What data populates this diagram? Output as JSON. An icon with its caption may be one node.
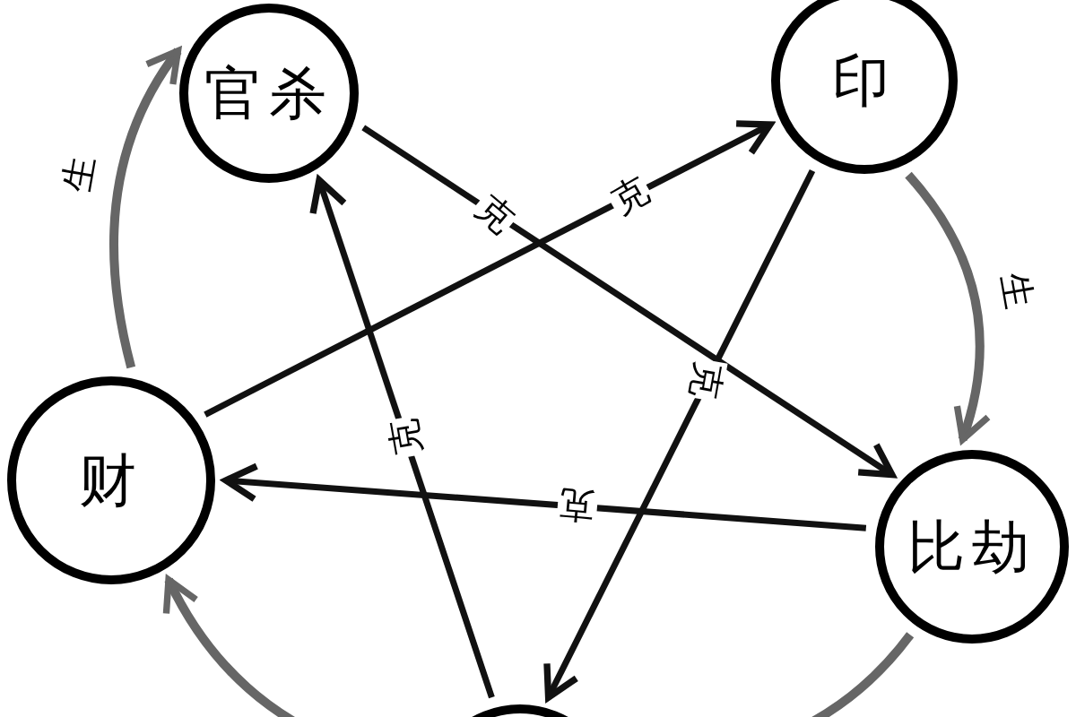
{
  "diagram": {
    "nodes": [
      {
        "text": [
          "官杀"
        ]
      },
      {
        "text": [
          "印"
        ]
      },
      {
        "text": [
          "财"
        ]
      },
      {
        "text": [
          "比劫"
        ]
      },
      {
        "text": [],
        "shape": "circle"
      }
    ],
    "edges": [
      {
        "from": 2,
        "to": 0,
        "arrow": "to",
        "label": "生",
        "color": "#666666"
      },
      {
        "from": 1,
        "to": 3,
        "arrow": "to",
        "label": "生",
        "color": "#666666"
      },
      {
        "from": 3,
        "to": 4,
        "arrow": "to",
        "color": "#666666"
      },
      {
        "from": 4,
        "to": 2,
        "arrow": "to",
        "color": "#666666"
      },
      {
        "from": 0,
        "to": 3,
        "arrow": "to",
        "label": "克"
      },
      {
        "from": 2,
        "to": 1,
        "arrow": "to",
        "label": "克"
      },
      {
        "from": 3,
        "to": 2,
        "arrow": "to",
        "label": "克"
      },
      {
        "from": 1,
        "to": 4,
        "arrow": "to",
        "label": "克"
      },
      {
        "from": 4,
        "to": 0,
        "arrow": "to",
        "label": "克"
      }
    ]
  }
}
